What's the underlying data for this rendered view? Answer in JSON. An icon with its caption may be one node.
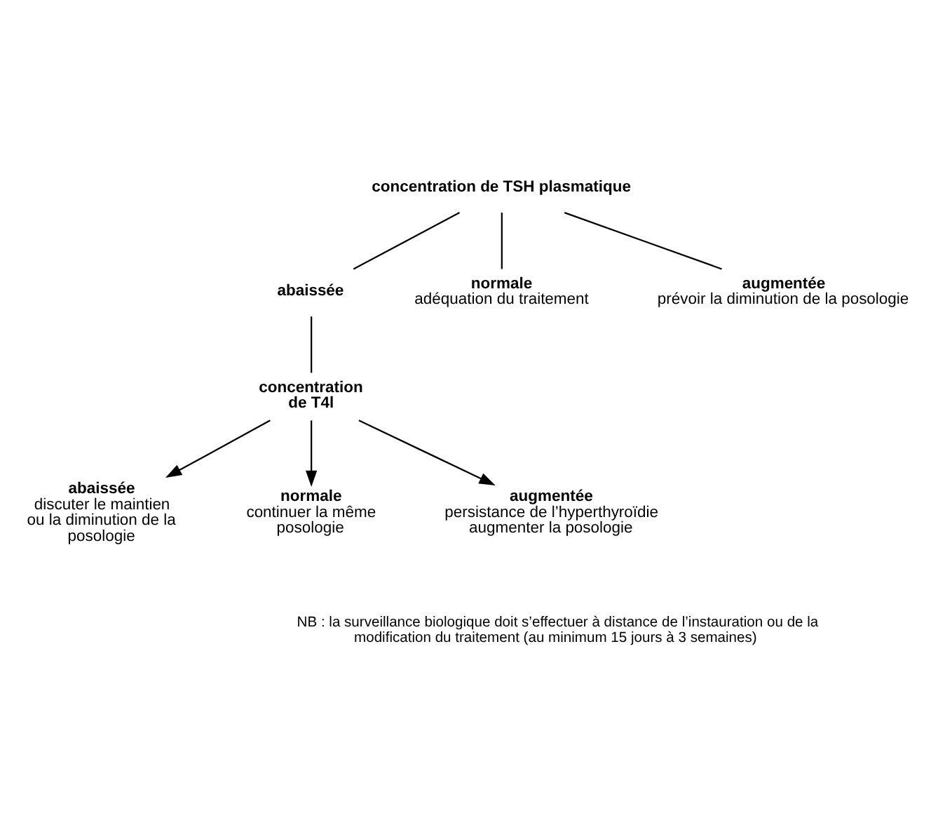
{
  "diagram": {
    "nodes": [
      {
        "text": [
          "concentration de TSH plasmatique"
        ]
      },
      {
        "text": [
          "abaissée"
        ]
      },
      {
        "text": [
          "normale",
          "adéquation du traitement"
        ]
      },
      {
        "text": [
          "augmentée",
          "prévoir la diminution de la posologie"
        ]
      },
      {
        "text": [
          "concentration de T4l"
        ]
      },
      {
        "text": [
          "abaissée",
          "discuter le maintien ou la diminution de la posologie"
        ]
      },
      {
        "text": [
          "normale",
          "continuer la même posologie"
        ]
      },
      {
        "text": [
          "augmentée",
          "persistance de l’hyperthyroïdie",
          "augmenter la posologie"
        ]
      }
    ],
    "edges": [
      {
        "from": 0,
        "to": 1,
        "arrow": "none"
      },
      {
        "from": 0,
        "to": 2,
        "arrow": "none"
      },
      {
        "from": 0,
        "to": 3,
        "arrow": "none"
      },
      {
        "from": 1,
        "to": 4,
        "arrow": "none"
      },
      {
        "from": 4,
        "to": 5,
        "arrow": "to"
      },
      {
        "from": 4,
        "to": 6,
        "arrow": "to"
      },
      {
        "from": 4,
        "to": 7,
        "arrow": "to"
      }
    ],
    "labels": [
      "NB : la surveillance biologique doit s’effectuer à distance de l’instauration ou de la modification du traitement (au minimum 15 jours à 3 semaines)"
    ]
  }
}
